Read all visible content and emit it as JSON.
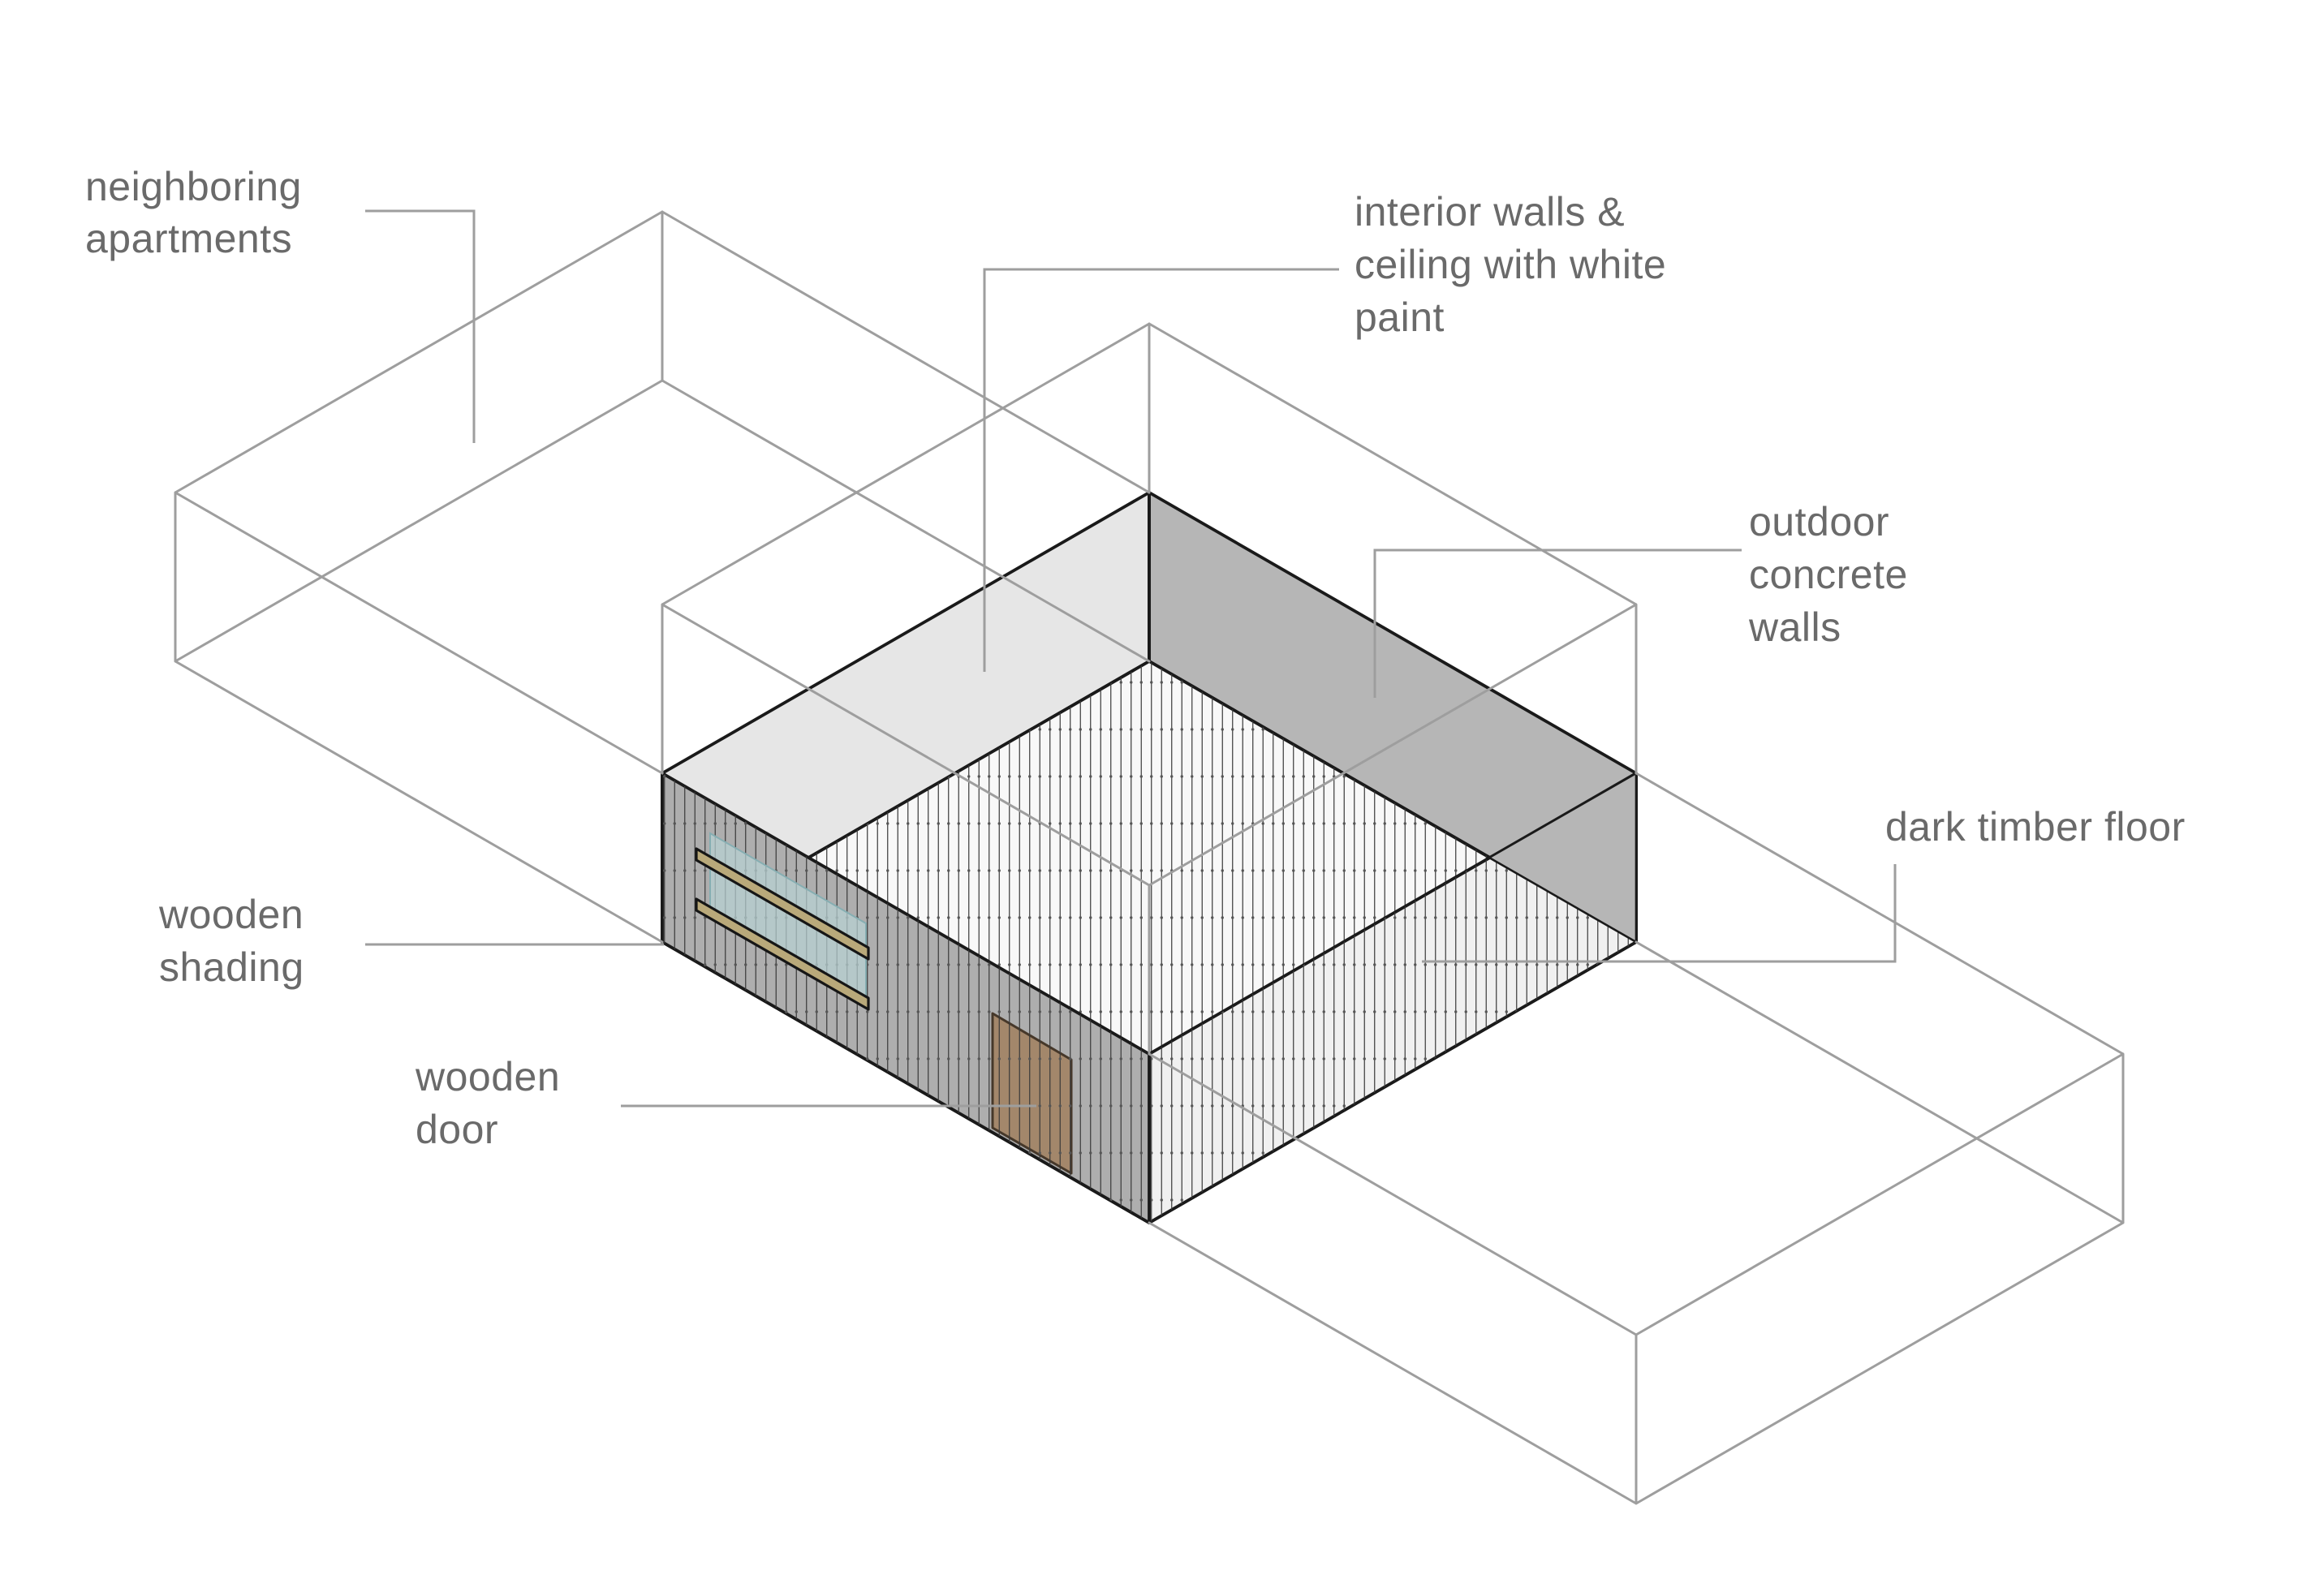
{
  "diagram": {
    "labels": {
      "neighboring_apartments": {
        "line1": "neighboring",
        "line2": "apartments"
      },
      "interior_walls": {
        "line1": "interior walls &",
        "line2": "ceiling with white",
        "line3": "paint"
      },
      "outdoor_walls": {
        "line1": "outdoor",
        "line2": "concrete",
        "line3": "walls"
      },
      "dark_timber_floor": {
        "line1": "dark timber floor"
      },
      "wooden_shading": {
        "line1": "wooden",
        "line2": "shading"
      },
      "wooden_door": {
        "line1": "wooden",
        "line2": "door"
      }
    },
    "colors": {
      "background": "#ffffff",
      "label_text": "#6a6a6a",
      "leader_line": "#9e9e9e",
      "wireframe": "#9e9e9e",
      "black_edge": "#1a1a1a",
      "interior_wall_light": "#e6e6e6",
      "interior_wall_shaded": "#b6b6b6",
      "floor": "#f8f8f8",
      "floor_edge_band": "#f0f0f0",
      "concrete_wall": "#aeaeae",
      "glass": "#b9d2d4",
      "wood_slat": "#b9a97a",
      "wood_door": "#a3876b"
    }
  }
}
